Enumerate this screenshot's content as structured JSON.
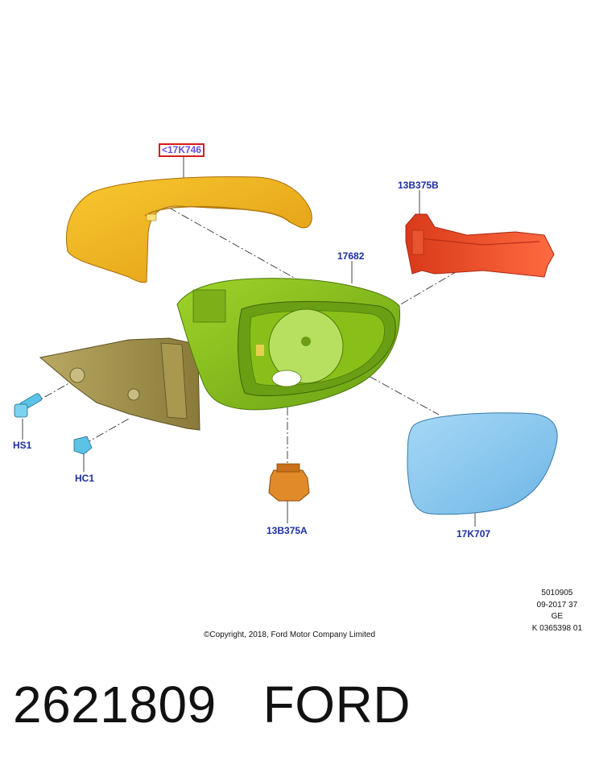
{
  "callouts": {
    "cap": "<17K746",
    "repeater": "13B375B",
    "housing": "17682",
    "screw": "HS1",
    "clip": "HC1",
    "bulb": "13B375A",
    "glass": "17K707"
  },
  "meta": {
    "line1": "5010905",
    "line2": "09-2017 37",
    "line3": "GE",
    "line4": "K 0365398 01"
  },
  "copyright": "©Copyright, 2018, Ford Motor Company Limited",
  "part_number": "2621809",
  "brand": "FORD",
  "colors": {
    "callout_text": "#1a2fa0",
    "highlight_border": "#d81b1b",
    "cap": "#f2b21c",
    "repeater": "#f04a24",
    "housing": "#8cc41a",
    "glass": "#8ecbef",
    "bulb": "#e08a2a",
    "fastener": "#5bc4e6"
  }
}
